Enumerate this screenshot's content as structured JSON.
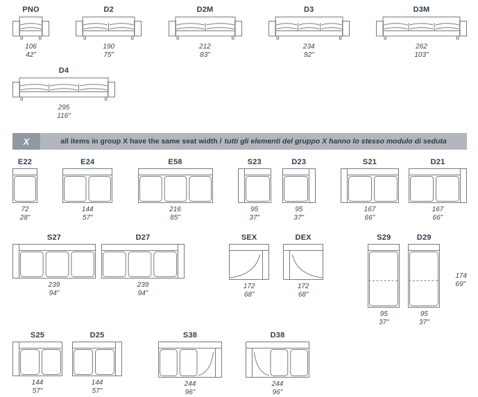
{
  "banner": {
    "group_label": "X",
    "text_en": "all items in group X have the same seat width /",
    "text_it": "tutti gli elementi del gruppo X hanno lo stesso modulo di seduta"
  },
  "rows": {
    "r1": {
      "items": [
        {
          "label": "PNO",
          "cm": "106",
          "inch": "42\"",
          "draw": {
            "type": "front",
            "cm": 106,
            "seats": 1
          }
        },
        {
          "label": "D2",
          "cm": "190",
          "inch": "75\"",
          "draw": {
            "type": "front",
            "cm": 190,
            "seats": 2
          }
        },
        {
          "label": "D2M",
          "cm": "212",
          "inch": "83\"",
          "draw": {
            "type": "front",
            "cm": 212,
            "seats": 2
          }
        },
        {
          "label": "D3",
          "cm": "234",
          "inch": "92\"",
          "draw": {
            "type": "front",
            "cm": 234,
            "seats": 3
          }
        },
        {
          "label": "D3M",
          "cm": "262",
          "inch": "103\"",
          "draw": {
            "type": "front",
            "cm": 262,
            "seats": 3
          }
        }
      ]
    },
    "r2": {
      "items": [
        {
          "label": "D4",
          "cm": "295",
          "inch": "116\"",
          "draw": {
            "type": "front",
            "cm": 295,
            "seats": 3
          }
        }
      ]
    },
    "r3": {
      "items": [
        {
          "label": "E22",
          "cm": "72",
          "inch": "28\"",
          "draw": {
            "type": "plan",
            "cm": 72,
            "modules": 1
          }
        },
        {
          "label": "E24",
          "cm": "144",
          "inch": "57\"",
          "draw": {
            "type": "plan",
            "cm": 144,
            "modules": 2
          }
        },
        {
          "label": "E58",
          "cm": "216",
          "inch": "85\"",
          "draw": {
            "type": "plan",
            "cm": 216,
            "modules": 3
          }
        },
        {
          "label": "S23",
          "cm": "95",
          "inch": "37\"",
          "draw": {
            "type": "plan",
            "cm": 95,
            "modules": 1,
            "arm": "left"
          }
        },
        {
          "label": "D23",
          "cm": "95",
          "inch": "37\"",
          "draw": {
            "type": "plan",
            "cm": 95,
            "modules": 1,
            "arm": "right"
          }
        },
        {
          "label": "S21",
          "cm": "167",
          "inch": "66\"",
          "draw": {
            "type": "plan",
            "cm": 167,
            "modules": 2,
            "arm": "left"
          }
        },
        {
          "label": "D21",
          "cm": "167",
          "inch": "66\"",
          "draw": {
            "type": "plan",
            "cm": 167,
            "modules": 2,
            "arm": "right"
          }
        }
      ]
    },
    "r4": {
      "items": [
        {
          "label": "S27",
          "cm": "239",
          "inch": "94\"",
          "draw": {
            "type": "plan",
            "cm": 239,
            "modules": 3,
            "arm": "left"
          }
        },
        {
          "label": "D27",
          "cm": "239",
          "inch": "94\"",
          "draw": {
            "type": "plan",
            "cm": 239,
            "modules": 3,
            "arm": "right"
          }
        },
        {
          "label": "SEX",
          "cm": "172",
          "inch": "68\"",
          "draw": {
            "type": "corner"
          }
        },
        {
          "label": "DEX",
          "cm": "172",
          "inch": "68\"",
          "draw": {
            "type": "corner",
            "mirror": true
          }
        },
        {
          "label": "S29",
          "cm": "95",
          "inch": "37\"",
          "draw": {
            "type": "chaise"
          }
        },
        {
          "label": "D29",
          "cm": "95",
          "inch": "37\"",
          "draw": {
            "type": "chaise",
            "mirror": true
          }
        }
      ],
      "side": {
        "cm": "174",
        "inch": "69\""
      }
    },
    "r5": {
      "items": [
        {
          "label": "S25",
          "cm": "144",
          "inch": "57\"",
          "draw": {
            "type": "plan",
            "cm": 144,
            "modules": 2,
            "arm": "left"
          }
        },
        {
          "label": "D25",
          "cm": "144",
          "inch": "57\"",
          "draw": {
            "type": "plan",
            "cm": 144,
            "modules": 2,
            "arm": "right"
          }
        },
        {
          "label": "S38",
          "cm": "244",
          "inch": "96\"",
          "draw": {
            "type": "cornersofa"
          }
        },
        {
          "label": "D38",
          "cm": "244",
          "inch": "96\"",
          "draw": {
            "type": "cornersofa",
            "mirror": true
          }
        }
      ]
    }
  }
}
